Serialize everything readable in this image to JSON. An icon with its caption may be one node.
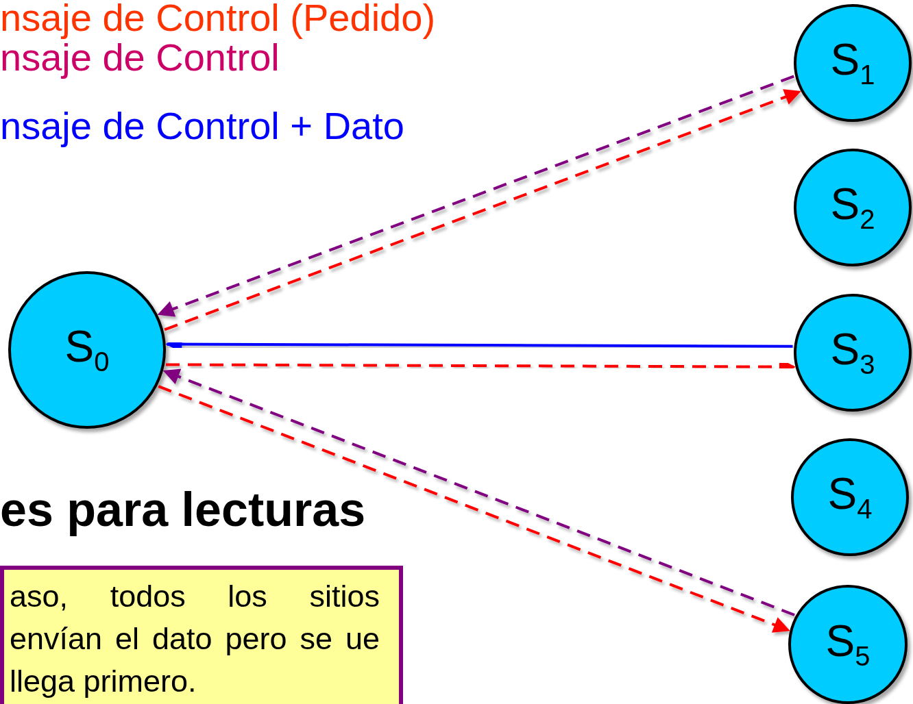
{
  "diagram": {
    "nodes": [
      {
        "text": [
          "S$_{0}$"
        ]
      },
      {
        "text": [
          "S$_{1}$"
        ]
      },
      {
        "text": [
          "S$_{2}$"
        ]
      },
      {
        "text": [
          "S$_{3}$"
        ]
      },
      {
        "text": [
          "S$_{4}$"
        ]
      },
      {
        "text": [
          "S$_{5}$"
        ]
      },
      {
        "text": [
          "aso, todos los sitios envían el dato pero se ue llega primero."
        ]
      }
    ],
    "edges": [
      {
        "from": 1,
        "to": 0,
        "arrow": "to",
        "style": "dashed",
        "color": "#800080"
      },
      {
        "from": 0,
        "to": 1,
        "arrow": "to",
        "style": "dashed",
        "color": "#ff0000"
      },
      {
        "from": 3,
        "to": 0,
        "arrow": "to",
        "color": "#0000ff"
      },
      {
        "from": 0,
        "to": 3,
        "arrow": "to",
        "style": "dashed",
        "color": "#ff0000"
      },
      {
        "from": 5,
        "to": 0,
        "arrow": "to",
        "style": "dashed",
        "color": "#800080"
      },
      {
        "from": 0,
        "to": 5,
        "arrow": "to",
        "style": "dashed",
        "color": "#ff0000"
      }
    ],
    "labels": [
      "es para lecturas"
    ],
    "legend": [
      {
        "text": "nsaje de Control (Pedido)",
        "color": "#ff3300"
      },
      {
        "text": "nsaje de Control",
        "color": "#cc0066"
      },
      {
        "text": "nsaje de Control + Dato",
        "color": "#0000ff"
      }
    ]
  }
}
